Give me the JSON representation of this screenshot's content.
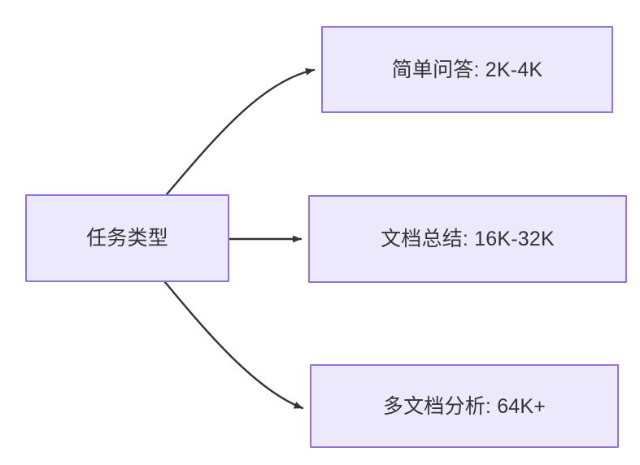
{
  "diagram": {
    "type": "flowchart",
    "direction": "left-to-right",
    "background_color": "#ffffff",
    "node_fill_color": "#ece9fc",
    "node_border_color": "#9370db",
    "node_text_color": "#333333",
    "edge_color": "#333333",
    "nodes": [
      {
        "id": "source",
        "label": "任务类型",
        "role": "root"
      },
      {
        "id": "simple",
        "label": "简单问答: 2K-4K",
        "role": "leaf"
      },
      {
        "id": "doc",
        "label": "文档总结: 16K-32K",
        "role": "leaf"
      },
      {
        "id": "multidoc",
        "label": "多文档分析: 64K+",
        "role": "leaf"
      }
    ],
    "edges": [
      {
        "id": "edge-source-simple",
        "from": "source",
        "to": "simple",
        "style": "curved",
        "arrowhead": "filled-triangle"
      },
      {
        "id": "edge-source-doc",
        "from": "source",
        "to": "doc",
        "style": "straight",
        "arrowhead": "filled-triangle"
      },
      {
        "id": "edge-source-multidoc",
        "from": "source",
        "to": "multidoc",
        "style": "curved",
        "arrowhead": "filled-triangle"
      }
    ]
  }
}
